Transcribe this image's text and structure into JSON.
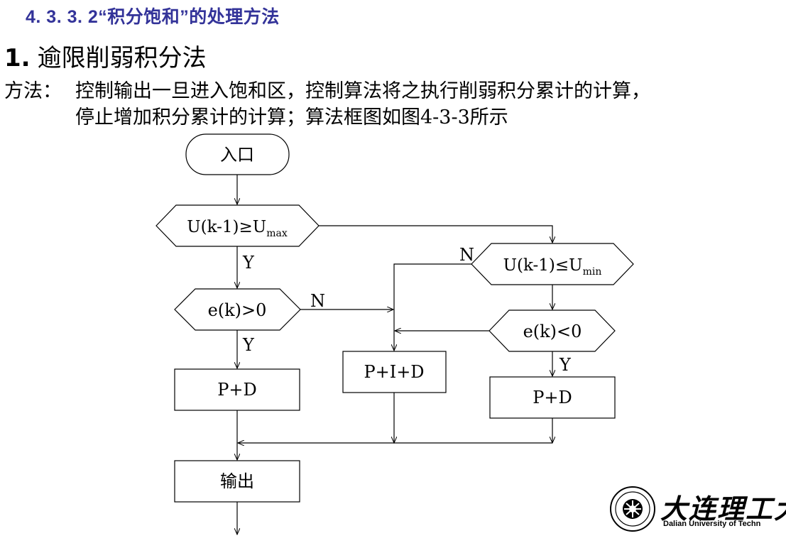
{
  "section_heading": "4. 3. 3. 2“积分饱和”的处理方法",
  "method": {
    "number": "1.",
    "title": "逾限削弱积分法"
  },
  "description": {
    "label": "方法：",
    "line1": "控制输出一旦进入饱和区，控制算法将之执行削弱积分累计的计算，",
    "line2": "停止增加积分累计的计算；算法框图如图4-3-3所示"
  },
  "flowchart": {
    "entry": "入口",
    "decision_umax": {
      "main": "U(k-1)≥U",
      "sub": "max"
    },
    "decision_umin": {
      "main": "U(k-1)≤U",
      "sub": "min"
    },
    "decision_e_pos": "e(k)>0",
    "decision_e_neg": "e(k)<0",
    "process_pd_left": "P+D",
    "process_pid": "P+I+D",
    "process_pd_right": "P+D",
    "output": "输出",
    "label_y_umax": "Y",
    "label_y_epos": "Y",
    "label_n_epos": "N",
    "label_n_umin": "N",
    "label_y_eneg": "Y"
  },
  "logo": {
    "name_cn": "大连理工大",
    "name_en": "Dalian University of Techn"
  }
}
